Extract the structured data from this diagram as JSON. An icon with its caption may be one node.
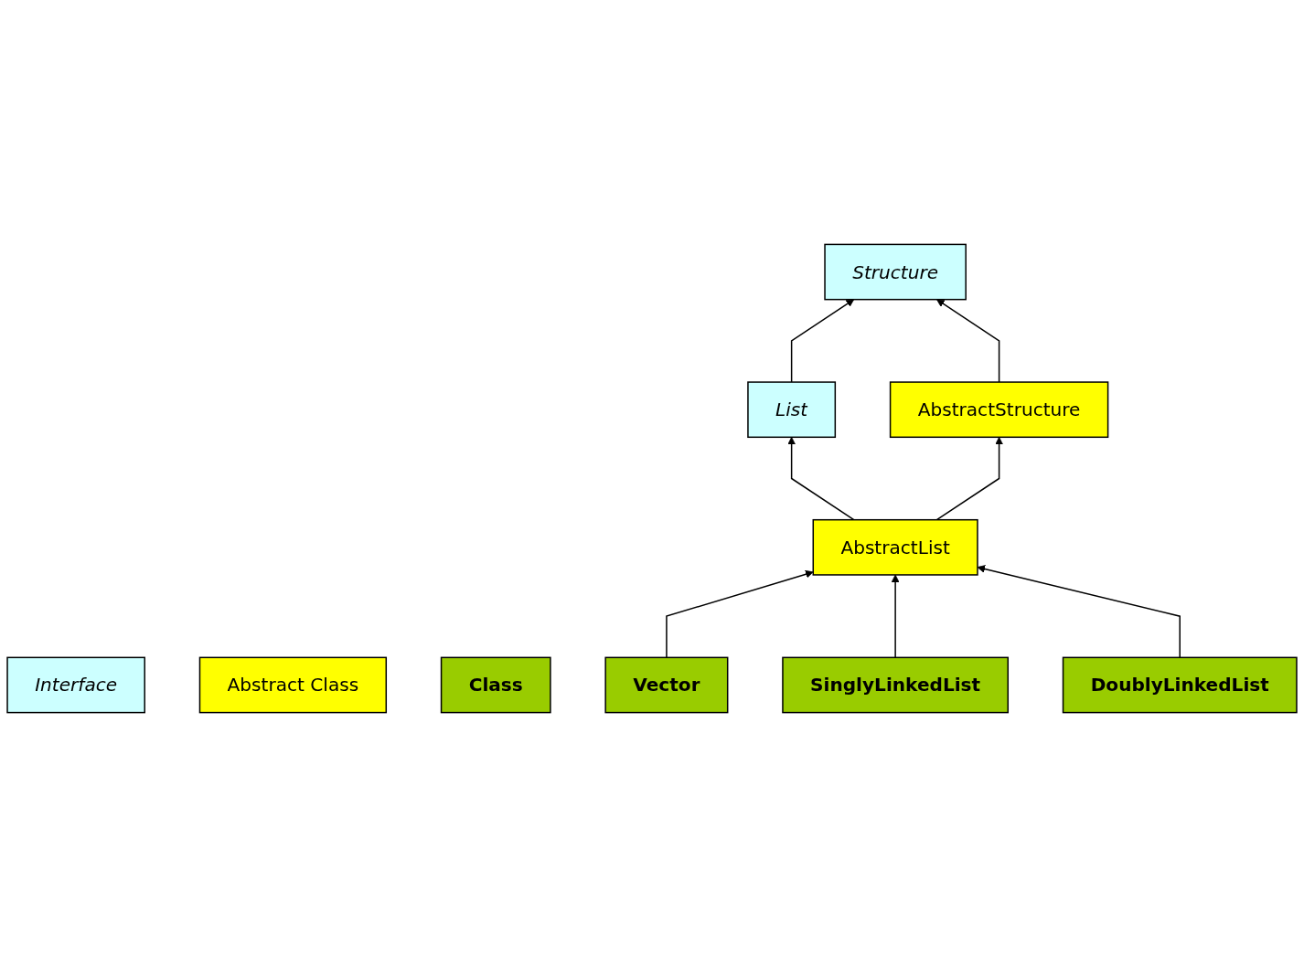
{
  "diagram": {
    "nodes": [
      {
        "text": [
          "Interface"
        ]
      },
      {
        "text": [
          "Abstract Class"
        ]
      },
      {
        "text": [
          "Class"
        ]
      },
      {
        "text": [
          "Structure"
        ]
      },
      {
        "text": [
          "List"
        ]
      },
      {
        "text": [
          "AbstractStructure"
        ]
      },
      {
        "text": [
          "AbstractList"
        ]
      },
      {
        "text": [
          "Vector"
        ]
      },
      {
        "text": [
          "SinglyLinkedList"
        ]
      },
      {
        "text": [
          "DoublyLinkedList"
        ]
      }
    ],
    "edges": [
      {
        "from": 4,
        "to": 3,
        "arrow": "to"
      },
      {
        "from": 5,
        "to": 3,
        "arrow": "to"
      },
      {
        "from": 6,
        "to": 4,
        "arrow": "to"
      },
      {
        "from": 6,
        "to": 5,
        "arrow": "to"
      },
      {
        "from": 7,
        "to": 6,
        "arrow": "to"
      },
      {
        "from": 8,
        "to": 6,
        "arrow": "to"
      },
      {
        "from": 9,
        "to": 6,
        "arrow": "to"
      }
    ]
  }
}
